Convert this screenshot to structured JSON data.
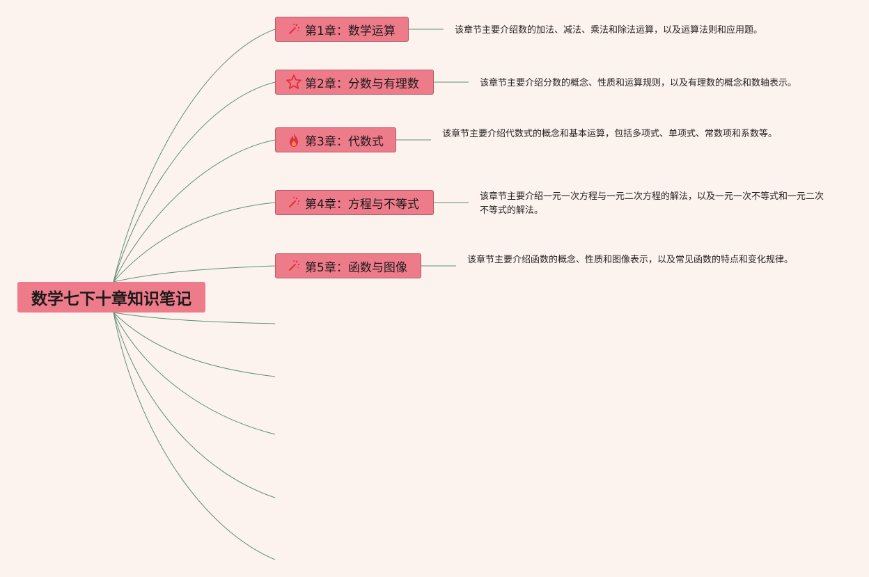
{
  "root": {
    "title": "数学七下十章知识笔记"
  },
  "chapters": [
    {
      "label": "第1章：数学运算",
      "icon": "magic-wand-icon",
      "desc": "该章节主要介绍数的加法、减法、乘法和除法运算，以及运算法则和应用题。"
    },
    {
      "label": "第2章：分数与有理数",
      "icon": "star-icon",
      "desc": "该章节主要介绍分数的概念、性质和运算规则，以及有理数的概念和数轴表示。"
    },
    {
      "label": "第3章：代数式",
      "icon": "fire-icon",
      "desc": "该章节主要介绍代数式的概念和基本运算，包括多项式、单项式、常数项和系数等。"
    },
    {
      "label": "第4章：方程与不等式",
      "icon": "magic-wand-icon",
      "desc": "该章节主要介绍一元一次方程与一元二次方程的解法，以及一元一次不等式和一元二次不等式的解法。"
    },
    {
      "label": "第5章：函数与图像",
      "icon": "magic-wand-icon",
      "desc": "该章节主要介绍函数的概念、性质和图像表示，以及常见函数的特点和变化规律。"
    }
  ],
  "colors": {
    "background": "#fdf3ee",
    "node_fill": "#ee7b8a",
    "node_border": "#b25d68",
    "connector": "#5e8f74",
    "icon_red": "#e0303d"
  }
}
